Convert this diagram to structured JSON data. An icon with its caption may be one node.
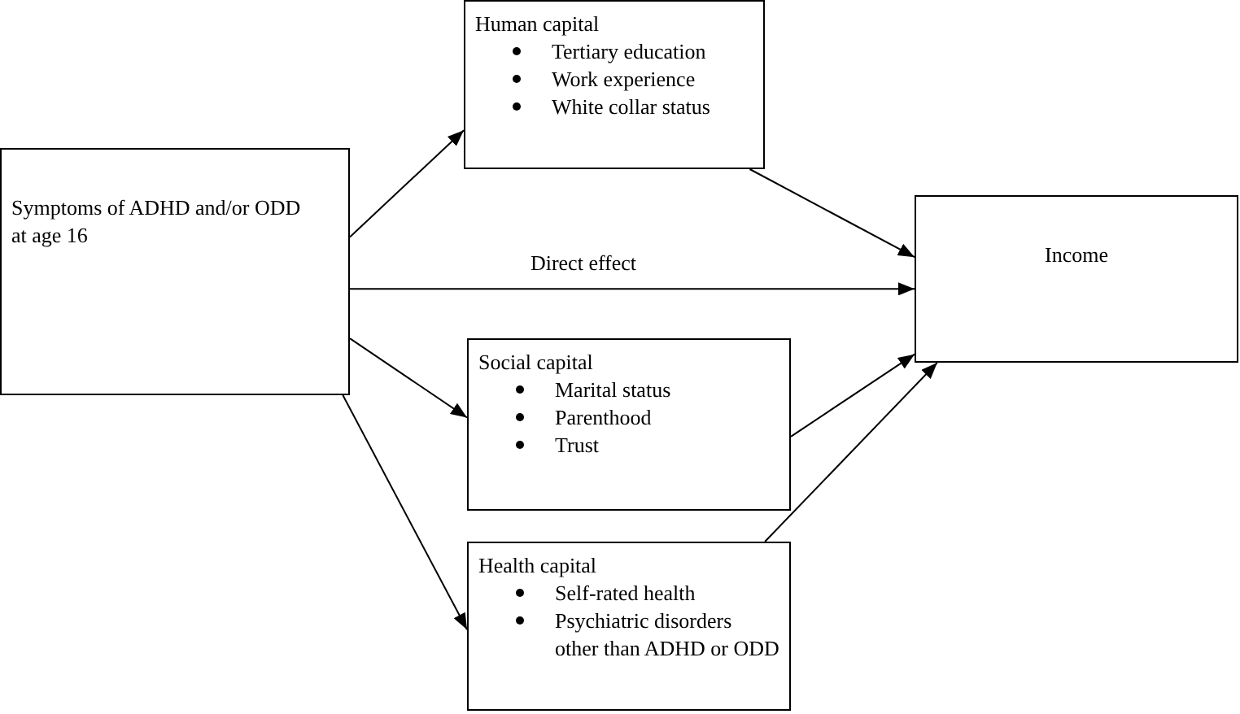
{
  "diagram": {
    "nodes": [
      {
        "text": [
          "Symptoms of ADHD and/or ODD at age 16"
        ]
      },
      {
        "text": [
          "Human capital",
          "Tertiary education",
          "Work experience",
          "White collar status"
        ]
      },
      {
        "text": [
          "Income"
        ]
      },
      {
        "text": [
          "Social capital",
          "Marital status",
          "Parenthood",
          "Trust"
        ]
      },
      {
        "text": [
          "Health capital",
          "Self-rated health",
          "Psychiatric disorders other than ADHD or ODD"
        ]
      }
    ],
    "edges": [
      {
        "from": 0,
        "to": 1,
        "arrow": "to"
      },
      {
        "from": 1,
        "to": 2,
        "arrow": "to"
      },
      {
        "from": 0,
        "to": 2,
        "arrow": "to",
        "label": "Direct effect"
      },
      {
        "from": 0,
        "to": 3,
        "arrow": "to"
      },
      {
        "from": 3,
        "to": 2,
        "arrow": "to"
      },
      {
        "from": 0,
        "to": 4,
        "arrow": "to"
      },
      {
        "from": 4,
        "to": 2,
        "arrow": "to"
      }
    ]
  }
}
